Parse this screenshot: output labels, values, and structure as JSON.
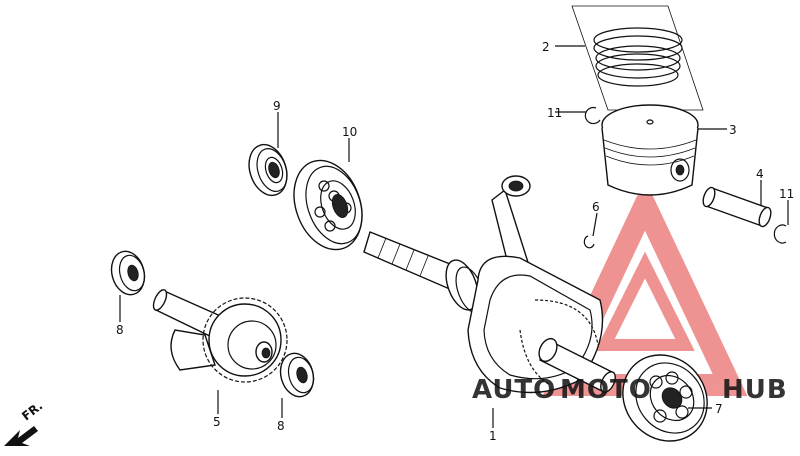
{
  "callouts": {
    "c1": "1",
    "c2": "2",
    "c3": "3",
    "c4": "4",
    "c5": "5",
    "c6": "6",
    "c7": "7",
    "c8a": "8",
    "c8b": "8",
    "c9": "9",
    "c10": "10",
    "c11a": "11",
    "c11b": "11"
  },
  "direction_label": "FR.",
  "watermark": {
    "text_auto": "AUTO",
    "text_moto": "MOTO",
    "text_hub": "HUB",
    "color_primary": "#e23a3a",
    "color_accent": "#f2a33a"
  }
}
